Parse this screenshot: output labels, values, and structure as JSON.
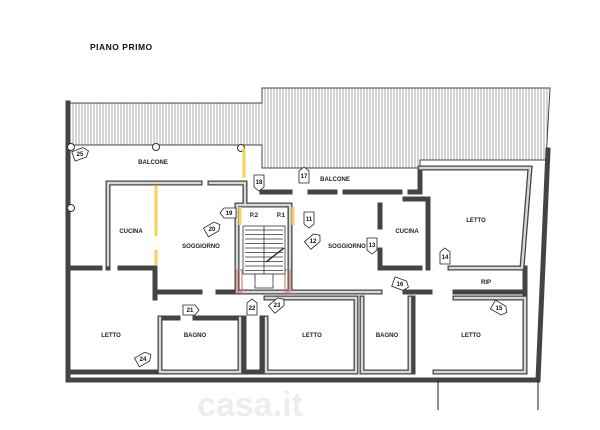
{
  "title": "PIANO PRIMO",
  "watermark": "casa.it",
  "rooms": {
    "balcone_left": "BALCONE",
    "balcone_right": "BALCONE",
    "cucina_left": "CUCINA",
    "soggiorno_left": "SOGGIORNO",
    "cucina_right": "CUCINA",
    "soggiorno_right": "SOGGIORNO",
    "letto_ne": "LETTO",
    "rip": "RIP",
    "letto_sw": "LETTO",
    "bagno_left": "BAGNO",
    "letto_center": "LETTO",
    "bagno_right": "BAGNO",
    "letto_se": "LETTO"
  },
  "stair_labels": {
    "p2": "P.2",
    "p1": "P.1"
  },
  "markers": [
    "25",
    "18",
    "17",
    "19",
    "20",
    "11",
    "12",
    "13",
    "14",
    "16",
    "15",
    "21",
    "22",
    "23",
    "24"
  ]
}
